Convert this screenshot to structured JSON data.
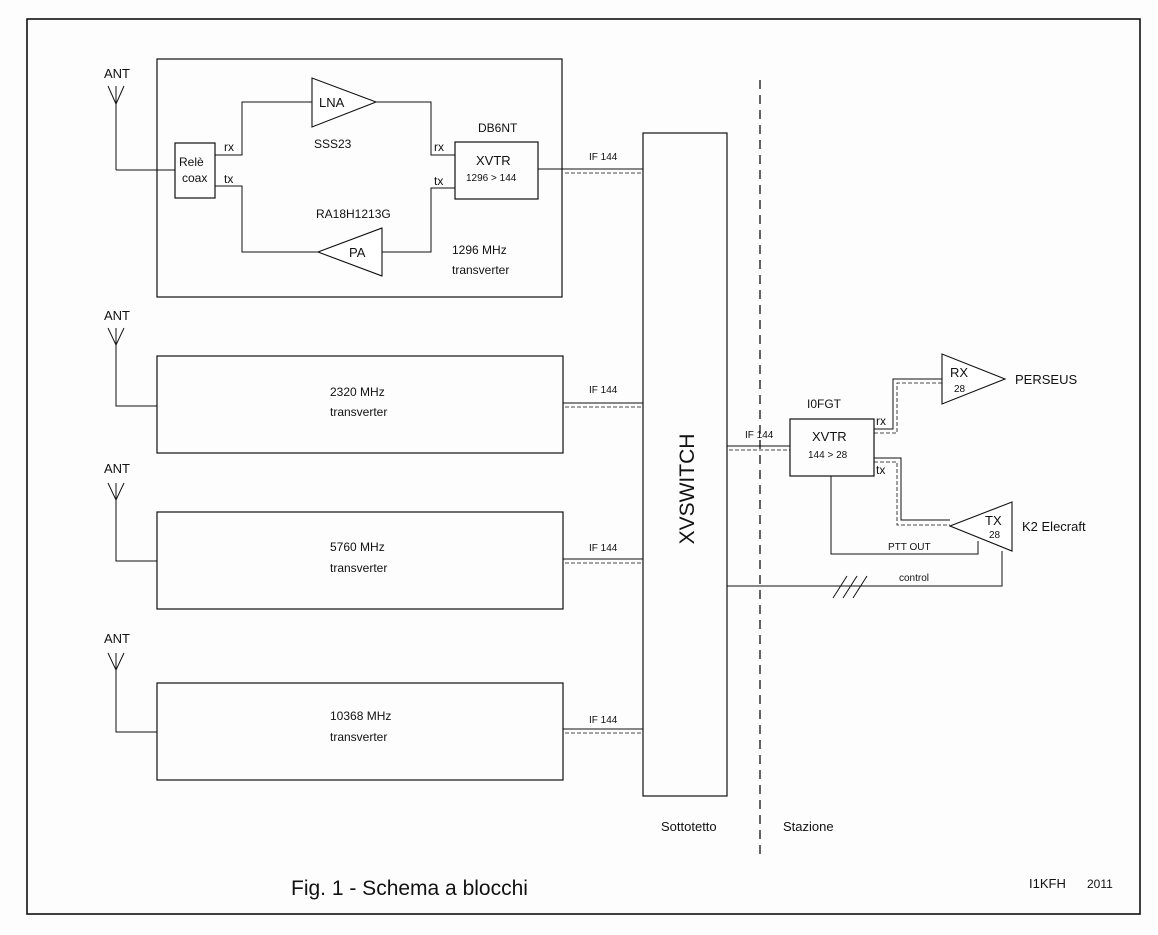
{
  "antenna_label": "ANT",
  "module_1296": {
    "relay_line1": "Relè",
    "relay_line2": "coax",
    "rx": "rx",
    "tx": "tx",
    "lna": "LNA",
    "lna_part": "SSS23",
    "pa": "PA",
    "pa_part": "RA18H1213G",
    "xvtr_maker": "DB6NT",
    "xvtr_label": "XVTR",
    "xvtr_conv": "1296 > 144",
    "freq": "1296 MHz",
    "desc": "transverter"
  },
  "transverters": [
    {
      "freq": "2320 MHz",
      "desc": "transverter"
    },
    {
      "freq": "5760 MHz",
      "desc": "transverter"
    },
    {
      "freq": "10368 MHz",
      "desc": "transverter"
    }
  ],
  "if_label": "IF 144",
  "switch_label": "XVSWITCH",
  "station": {
    "xvtr_maker": "I0FGT",
    "xvtr_label": "XVTR",
    "xvtr_conv": "144 > 28",
    "rx": "rx",
    "tx": "tx",
    "rx_amp": "RX",
    "rx_amp_sub": "28",
    "rx_device": "PERSEUS",
    "tx_amp": "TX",
    "tx_amp_sub": "28",
    "tx_device": "K2 Elecraft",
    "ptt": "PTT OUT",
    "control": "control"
  },
  "zone_left": "Sottotetto",
  "zone_right": "Stazione",
  "figure_caption": "Fig. 1 - Schema a blocchi",
  "author": "I1KFH",
  "year": "2011"
}
